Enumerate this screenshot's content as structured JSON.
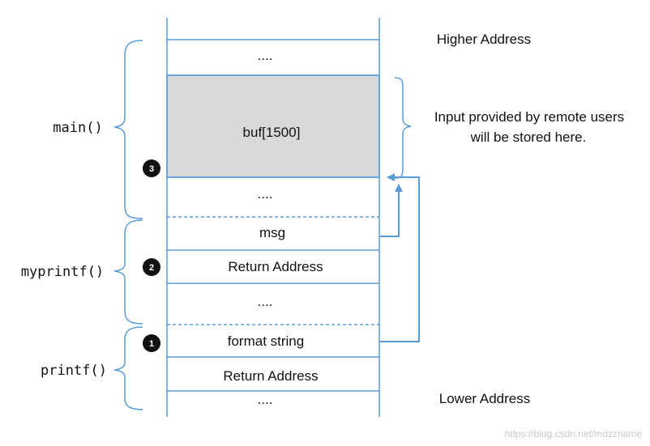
{
  "colors": {
    "stack_line": "#5b9bd5",
    "shaded_cell": "#d9d9d9",
    "badge": "#111111",
    "text": "#111111"
  },
  "stack": {
    "top_dots": "....",
    "buf": "buf[1500]",
    "main_dots": "....",
    "msg": "msg",
    "myprintf_return": "Return Address",
    "myprintf_dots": "....",
    "format_string": "format string",
    "printf_return": "Return Address",
    "bottom_dots": "...."
  },
  "labels": {
    "higher_address": "Higher Address",
    "lower_address": "Lower Address",
    "input_note_line1": "Input provided by remote users",
    "input_note_line2": "will be stored here."
  },
  "frames": {
    "main": "main()",
    "myprintf": "myprintf()",
    "printf": "printf()"
  },
  "badges": {
    "one": "1",
    "two": "2",
    "three": "3"
  },
  "watermark": "https://blog.csdn.net/mdzzname"
}
